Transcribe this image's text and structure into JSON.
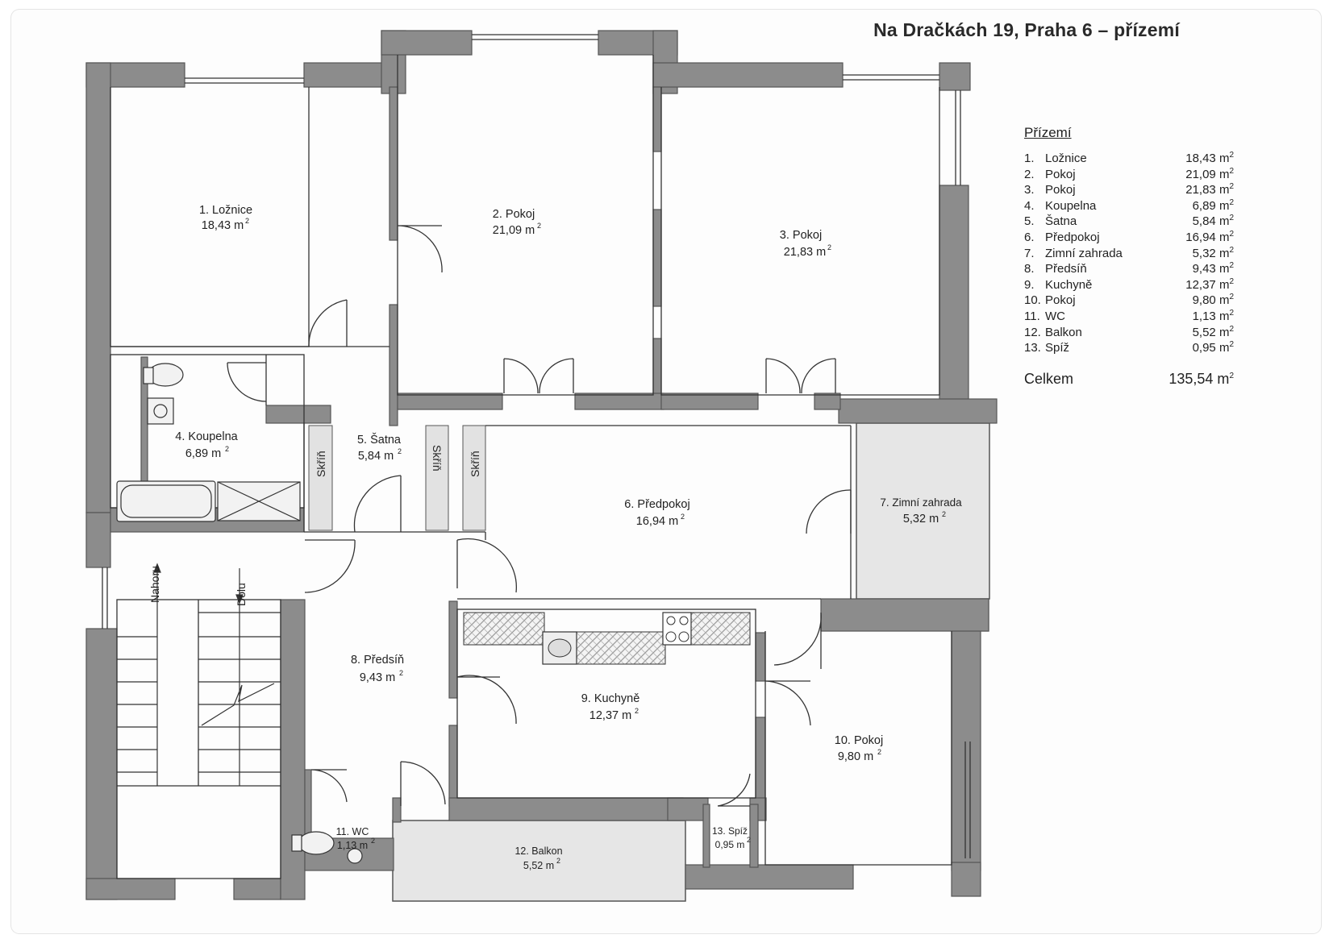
{
  "title": "Na Dračkách 19, Praha 6 – přízemí",
  "colors": {
    "wall": "#8c8c8c",
    "wall_edge": "#555555",
    "line": "#333333",
    "glass": "#e6e6e6",
    "hatch": "#9a9a9a"
  },
  "rooms": [
    {
      "name": "1. Ložnice",
      "area": "18,43 m",
      "sup": "2"
    },
    {
      "name": "2. Pokoj",
      "area": "21,09 m",
      "sup": "2"
    },
    {
      "name": "3. Pokoj",
      "area": "21,83 m",
      "sup": "2"
    },
    {
      "name": "4. Koupelna",
      "area": "6,89 m",
      "sup": "2"
    },
    {
      "name": "5. Šatna",
      "area": "5,84 m",
      "sup": "2"
    },
    {
      "name": "6. Předpokoj",
      "area": "16,94 m",
      "sup": "2"
    },
    {
      "name": "7. Zimní zahrada",
      "area": "5,32 m",
      "sup": "2"
    },
    {
      "name": "8. Předsíň",
      "area": "9,43 m",
      "sup": "2"
    },
    {
      "name": "9. Kuchyně",
      "area": "12,37 m",
      "sup": "2"
    },
    {
      "name": "10. Pokoj",
      "area": "9,80 m",
      "sup": "2"
    },
    {
      "name": "11. WC",
      "area": "1,13 m",
      "sup": "2"
    },
    {
      "name": "12. Balkon",
      "area": "5,52 m",
      "sup": "2"
    },
    {
      "name": "13. Spíž",
      "area": "0,95 m",
      "sup": "2"
    }
  ],
  "labels": {
    "closet": "Skříň",
    "up": "Nahoru",
    "down": "Dolu"
  },
  "legend": {
    "title": "Přízemí",
    "items": [
      {
        "num": "1.",
        "name": "Ložnice",
        "area": "18,43 m",
        "sup": "2"
      },
      {
        "num": "2.",
        "name": "Pokoj",
        "area": "21,09 m",
        "sup": "2"
      },
      {
        "num": "3.",
        "name": "Pokoj",
        "area": "21,83 m",
        "sup": "2"
      },
      {
        "num": "4.",
        "name": "Koupelna",
        "area": "6,89 m",
        "sup": "2"
      },
      {
        "num": "5.",
        "name": "Šatna",
        "area": "5,84 m",
        "sup": "2"
      },
      {
        "num": "6.",
        "name": "Předpokoj",
        "area": "16,94 m",
        "sup": "2"
      },
      {
        "num": "7.",
        "name": "Zimní zahrada",
        "area": "5,32 m",
        "sup": "2"
      },
      {
        "num": "8.",
        "name": "Předsíň",
        "area": "9,43 m",
        "sup": "2"
      },
      {
        "num": "9.",
        "name": "Kuchyně",
        "area": "12,37 m",
        "sup": "2"
      },
      {
        "num": "10.",
        "name": "Pokoj",
        "area": "9,80 m",
        "sup": "2"
      },
      {
        "num": "11.",
        "name": "WC",
        "area": "1,13 m",
        "sup": "2"
      },
      {
        "num": "12.",
        "name": "Balkon",
        "area": "5,52 m",
        "sup": "2"
      },
      {
        "num": "13.",
        "name": "Spíž",
        "area": "0,95 m",
        "sup": "2"
      }
    ],
    "total_label": "Celkem",
    "total_value": "135,54 m",
    "total_sup": "2"
  }
}
